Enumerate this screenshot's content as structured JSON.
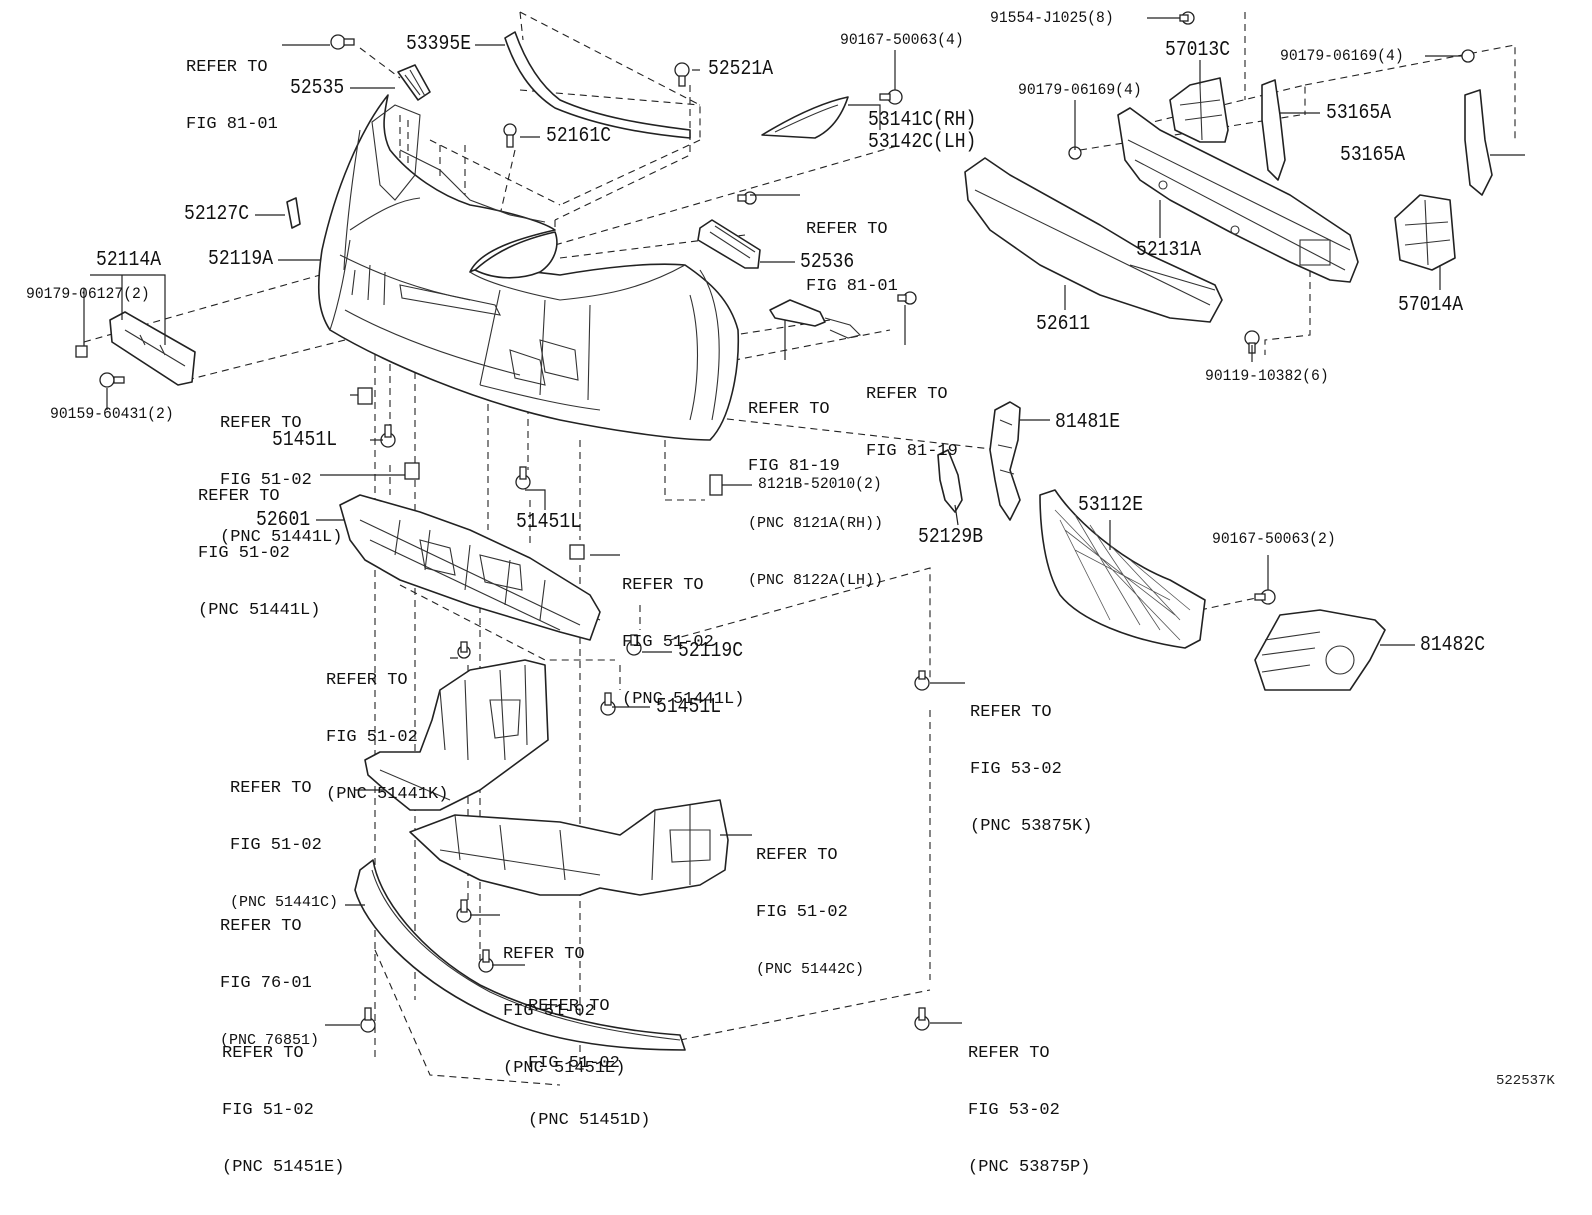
{
  "diagram": {
    "figure_code": "522537K"
  },
  "labels": {
    "p53395E": "53395E",
    "p52535": "52535",
    "p52521A": "52521A",
    "p52161C": "52161C",
    "p52127C": "52127C",
    "p52119A": "52119A",
    "p52114A": "52114A",
    "p90179_06127": "90179-06127(2)",
    "p90159_60431": "90159-60431(2)",
    "p51451L_a": "51451L",
    "p51451L_b": "51451L",
    "p51451L_c": "51451L",
    "p52601": "52601",
    "p52119C": "52119C",
    "p90167_50063_4": "90167-50063(4)",
    "p53141C": "53141C(RH)",
    "p53142C": "53142C(LH)",
    "p52536": "52536",
    "p8121B": "8121B-52010(2)",
    "p91554": "91554-J1025(8)",
    "p57013C": "57013C",
    "p90179_06169_a": "90179-06169(4)",
    "p90179_06169_b": "90179-06169(4)",
    "p53165A_a": "53165A",
    "p53165A_b": "53165A",
    "p52131A": "52131A",
    "p52611": "52611",
    "p57014A": "57014A",
    "p90119_10382": "90119-10382(6)",
    "p81481E": "81481E",
    "p52129B": "52129B",
    "p53112E": "53112E",
    "p90167_50063_2": "90167-50063(2)",
    "p81482C": "81482C"
  },
  "refs": {
    "r_81_01_a": {
      "l1": "REFER TO",
      "l2": "FIG 81-01"
    },
    "r_81_01_b": {
      "l1": "REFER TO",
      "l2": "FIG 81-01"
    },
    "r_81_19_a": {
      "l1": "REFER TO",
      "l2": "FIG 81-19",
      "l3": "(PNC 8121A(RH))",
      "l4": "(PNC 8122A(LH))"
    },
    "r_81_19_b": {
      "l1": "REFER TO",
      "l2": "FIG 81-19"
    },
    "r_51441L_a": {
      "l1": "REFER TO",
      "l2": "FIG 51-02",
      "l3": "(PNC 51441L)"
    },
    "r_51441L_b": {
      "l1": "REFER TO",
      "l2": "FIG 51-02",
      "l3": "(PNC 51441L)"
    },
    "r_51441L_c": {
      "l1": "REFER TO",
      "l2": "FIG 51-02",
      "l3": "(PNC 51441L)"
    },
    "r_51441K": {
      "l1": "REFER TO",
      "l2": "FIG 51-02",
      "l3": "(PNC 51441K)"
    },
    "r_51441C": {
      "l1": "REFER TO",
      "l2": "FIG 51-02",
      "l3": "(PNC 51441C)"
    },
    "r_51442C": {
      "l1": "REFER TO",
      "l2": "FIG 51-02",
      "l3": "(PNC 51442C)"
    },
    "r_76851": {
      "l1": "REFER TO",
      "l2": "FIG 76-01",
      "l3": "(PNC 76851)"
    },
    "r_51451E_a": {
      "l1": "REFER TO",
      "l2": "FIG 51-02",
      "l3": "(PNC 51451E)"
    },
    "r_51451D": {
      "l1": "REFER TO",
      "l2": "FIG 51-02",
      "l3": "(PNC 51451D)"
    },
    "r_51451E_b": {
      "l1": "REFER TO",
      "l2": "FIG 51-02",
      "l3": "(PNC 51451E)"
    },
    "r_53875K": {
      "l1": "REFER TO",
      "l2": "FIG 53-02",
      "l3": "(PNC 53875K)"
    },
    "r_53875P": {
      "l1": "REFER TO",
      "l2": "FIG 53-02",
      "l3": "(PNC 53875P)"
    }
  }
}
